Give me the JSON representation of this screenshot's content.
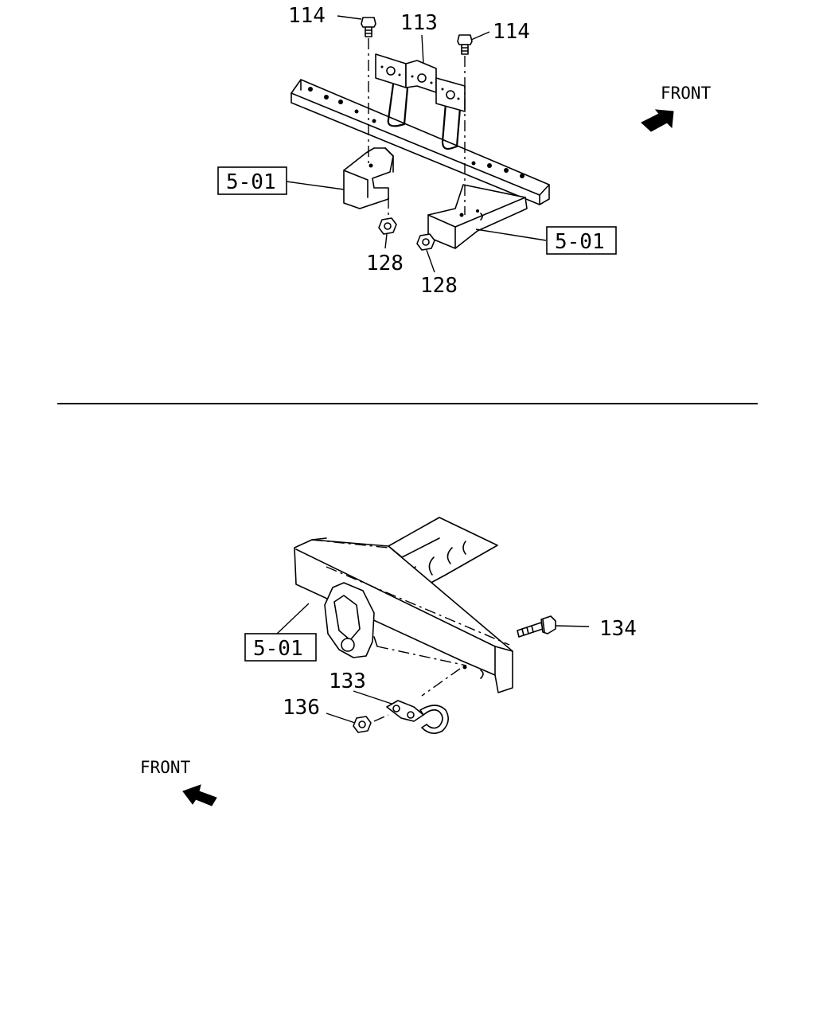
{
  "top_view": {
    "labels": {
      "bolt_left": "114",
      "bracket": "113",
      "bolt_right": "114",
      "nut_left": "128",
      "nut_right": "128"
    },
    "refs": {
      "frame_left": "5-01",
      "frame_right": "5-01"
    },
    "direction_label": "FRONT"
  },
  "bottom_view": {
    "labels": {
      "bolt": "134",
      "hook": "133",
      "nut": "136"
    },
    "refs": {
      "frame": "5-01"
    },
    "direction_label": "FRONT"
  }
}
